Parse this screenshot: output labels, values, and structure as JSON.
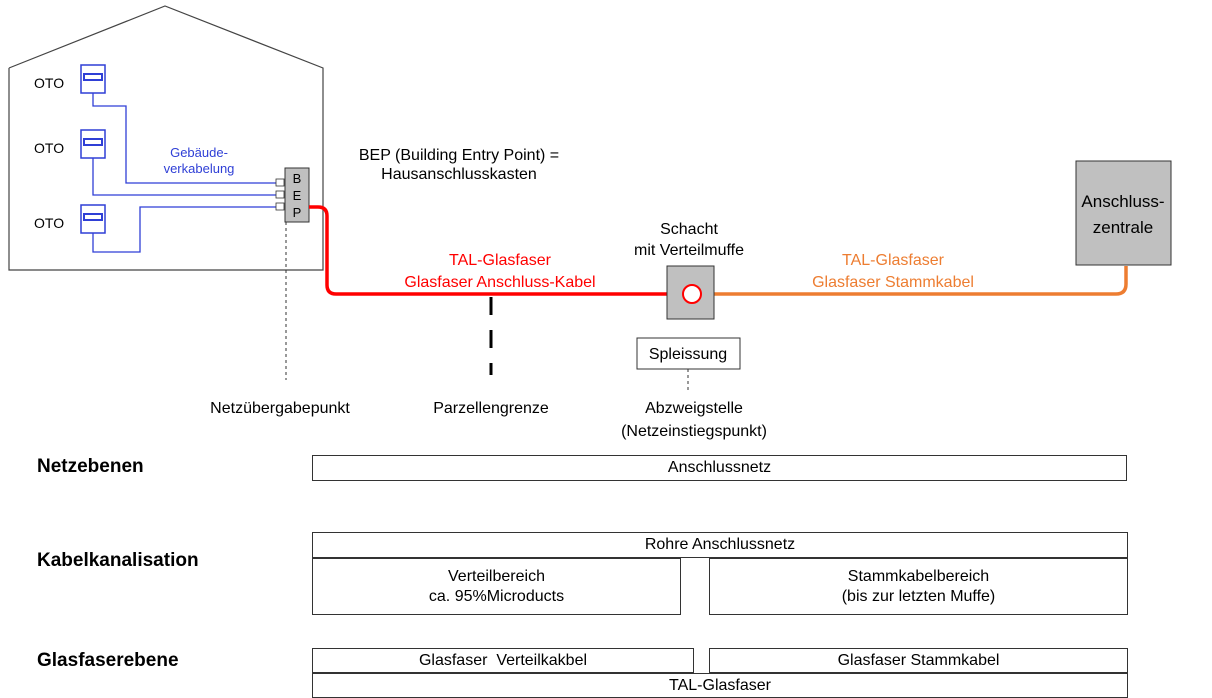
{
  "house": {
    "oto_label": "OTO",
    "cabling_label_line1": "Gebäude-",
    "cabling_label_line2": "verkabelung",
    "bep_letters": [
      "B",
      "E",
      "P"
    ]
  },
  "bep_note": {
    "line1": "BEP (Building Entry Point) =",
    "line2": "Hausanschlusskasten"
  },
  "red_cable": {
    "line1": "TAL-Glasfaser",
    "line2": "Glasfaser Anschluss-Kabel"
  },
  "orange_cable": {
    "line1": "TAL-Glasfaser",
    "line2": "Glasfaser Stammkabel"
  },
  "shaft": {
    "line1": "Schacht",
    "line2": "mit Verteilmuffe"
  },
  "splice_label": "Spleissung",
  "exchange": {
    "line1": "Anschluss-",
    "line2": "zentrale"
  },
  "points": {
    "handover": "Netzübergabepunkt",
    "parcel": "Parzellengrenze",
    "branch_line1": "Abzweigstelle",
    "branch_line2": "(Netzeinstiegspunkt)"
  },
  "sections": {
    "netzebenen": "Netzebenen",
    "kabelkanalisation": "Kabelkanalisation",
    "glasfaserebene": "Glasfaserebene"
  },
  "bars": {
    "anschlussnetz": "Anschlussnetz",
    "rohre": "Rohre Anschlussnetz",
    "verteil_line1": "Verteilbereich",
    "verteil_line2": "ca. 95%Microducts",
    "stamm_line1": "Stammkabelbereich",
    "stamm_line2": "(bis zur letzten Muffe)",
    "gf_verteil": "Glasfaser  Verteilkakbel",
    "gf_stamm": "Glasfaser Stammkabel",
    "tal": "TAL-Glasfaser"
  },
  "colors": {
    "red_cable": "#ff0000",
    "orange_cable": "#ed7d31",
    "blue_cabling": "#2f3fd6",
    "grey_box": "#c0c0c0"
  }
}
